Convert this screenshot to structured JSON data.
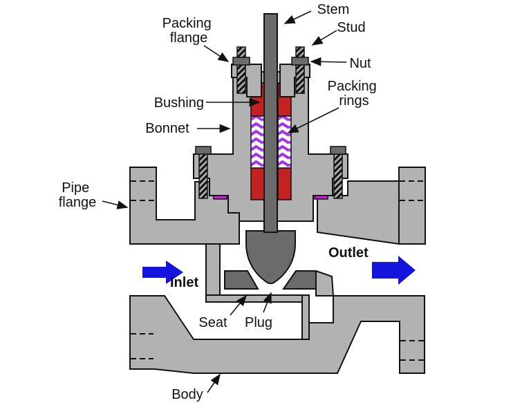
{
  "diagram": {
    "type": "globe-control-valve-cross-section",
    "labels": {
      "stem": "Stem",
      "packing_flange_1": "Packing",
      "packing_flange_2": "flange",
      "stud": "Stud",
      "nut": "Nut",
      "bushing": "Bushing",
      "packing_rings_1": "Packing",
      "packing_rings_2": "rings",
      "bonnet": "Bonnet",
      "pipe_flange_1": "Pipe",
      "pipe_flange_2": "flange",
      "inlet": "Inlet",
      "outlet": "Outlet",
      "seat": "Seat",
      "plug": "Plug",
      "body": "Body"
    },
    "colors": {
      "metal_gray": "#b2b2b2",
      "dark_gray": "#6b6b6b",
      "bushing_red": "#c32222",
      "packing_purple": "#a335ee",
      "gasket_magenta": "#cc1edd",
      "flow_blue": "#1414dd",
      "outline_black": "#111111",
      "background": "#ffffff"
    }
  }
}
